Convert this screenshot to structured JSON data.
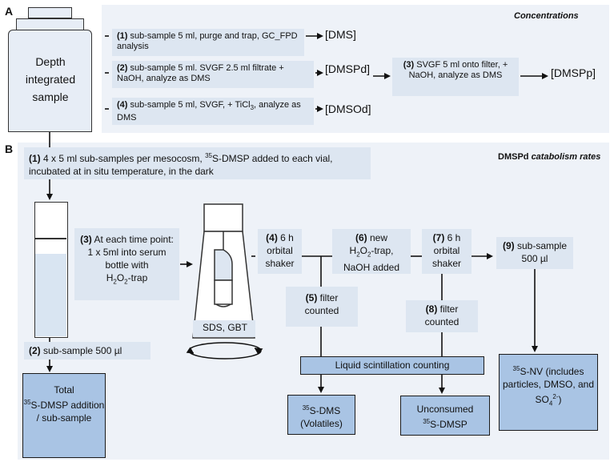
{
  "panel_a": {
    "letter": "A",
    "title": "Concentrations",
    "sample_label": "Depth integrated sample",
    "step1_num": "(1)",
    "step1_text": " sub-sample 5 ml, purge and trap, GC_FPD analysis",
    "step2_num": "(2)",
    "step2_text": " sub-sample 5 ml. SVGF 2.5 ml filtrate + NaOH, analyze as DMS",
    "step3_num": "(3)",
    "step3_text": " SVGF 5 ml onto filter, + NaOH, analyze as DMS",
    "step4_num": "(4)",
    "step4_text_pre": " sub-sample 5 ml, SVGF, + TiCl",
    "step4_sub": "3",
    "step4_text_post": ", analyze as DMS",
    "out_dms": "[DMS]",
    "out_dmspd": "[DMSPd]",
    "out_dmsp_p": "[DMSPp]",
    "out_dmsod": "[DMSOd]"
  },
  "panel_b": {
    "letter": "B",
    "title_bold": "DMSPd ",
    "title_italic": "catabolism rates",
    "s1_num": "(1)",
    "s1_pre": " 4 x 5 ml sub-samples per mesocosm, ",
    "s1_sup": "35",
    "s1_post": "S-DMSP added to each vial, incubated at in situ temperature, in the dark",
    "s2_num": "(2)",
    "s2_text": " sub-sample 500 µl",
    "s3_num": "(3)",
    "s3_line1": " At each time point:",
    "s3_line2": "1 x 5ml into serum bottle with",
    "s3_h2o2_pre": "H",
    "s3_sub1": "2",
    "s3_mid": "O",
    "s3_sub2": "2",
    "s3_post": "-trap",
    "flask_label": "SDS, GBT",
    "s4_num": "(4)",
    "s4_text": " 6 h orbital shaker",
    "s5_num": "(5)",
    "s5_text": " filter counted",
    "s6_num": "(6)",
    "s6_text": " new",
    "s6_h_pre": "H",
    "s6_sub1": "2",
    "s6_mid": "O",
    "s6_sub2": "2",
    "s6_post": "-trap,",
    "s6_line3": "NaOH added",
    "s7_num": "(7)",
    "s7_text": " 6 h orbital shaker",
    "s8_num": "(8)",
    "s8_text": " filter counted",
    "s9_num": "(9)",
    "s9_text": " sub-sample 500 µl",
    "lsc_label": "Liquid scintillation counting",
    "total_pre": "Total",
    "total_sup": "35",
    "total_post": "S-DMSP addition / sub-sample",
    "dms_sup": "35",
    "dms_text": "S-DMS (Volatiles)",
    "uncons_pre": "Unconsumed",
    "uncons_sup": "35",
    "uncons_post": "S-DMSP",
    "nv_sup": "35",
    "nv_pre": "S-NV (includes particles, DMSO, and SO",
    "nv_sub": "4",
    "nv_sup2": "2-",
    "nv_post": ")"
  }
}
